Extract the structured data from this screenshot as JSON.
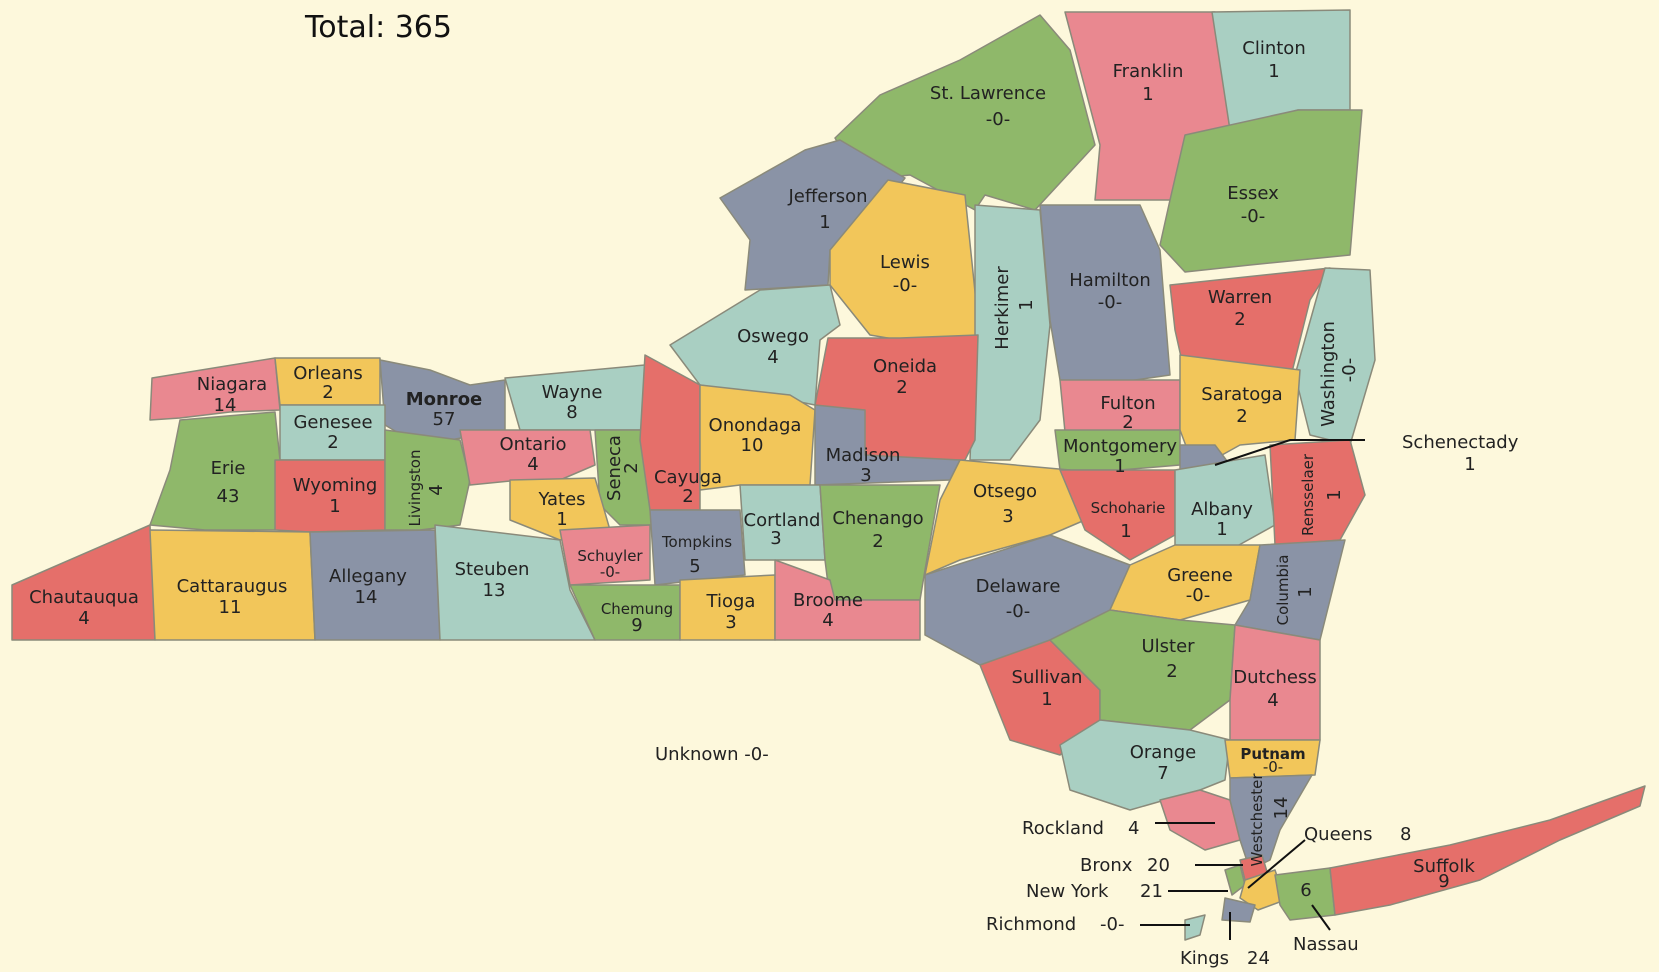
{
  "title": "Total:  365",
  "unknown": "Unknown  -0-",
  "colors": {
    "green": "#8fb86a",
    "pink": "#e98890",
    "teal": "#a9cfc2",
    "slate": "#8a93a6",
    "yellow": "#f2c65a",
    "red": "#e56f6a",
    "water": "#fdf8dc"
  },
  "counties": [
    {
      "name": "Niagara",
      "value": "14"
    },
    {
      "name": "Orleans",
      "value": "2"
    },
    {
      "name": "Monroe",
      "value": "57"
    },
    {
      "name": "Wayne",
      "value": "8"
    },
    {
      "name": "Genesee",
      "value": "2"
    },
    {
      "name": "Erie",
      "value": "43"
    },
    {
      "name": "Wyoming",
      "value": "1"
    },
    {
      "name": "Livingston",
      "value": "4"
    },
    {
      "name": "Ontario",
      "value": "4"
    },
    {
      "name": "Seneca",
      "value": "2"
    },
    {
      "name": "Yates",
      "value": "1"
    },
    {
      "name": "Cayuga",
      "value": "2"
    },
    {
      "name": "Onondaga",
      "value": "10"
    },
    {
      "name": "Oswego",
      "value": "4"
    },
    {
      "name": "Jefferson",
      "value": "1"
    },
    {
      "name": "St. Lawrence",
      "value": "-0-"
    },
    {
      "name": "Franklin",
      "value": "1"
    },
    {
      "name": "Clinton",
      "value": "1"
    },
    {
      "name": "Essex",
      "value": "-0-"
    },
    {
      "name": "Lewis",
      "value": "-0-"
    },
    {
      "name": "Herkimer",
      "value": "1"
    },
    {
      "name": "Hamilton",
      "value": "-0-"
    },
    {
      "name": "Warren",
      "value": "2"
    },
    {
      "name": "Washington",
      "value": "-0-"
    },
    {
      "name": "Oneida",
      "value": "2"
    },
    {
      "name": "Madison",
      "value": "3"
    },
    {
      "name": "Fulton",
      "value": "2"
    },
    {
      "name": "Saratoga",
      "value": "2"
    },
    {
      "name": "Montgomery",
      "value": "1"
    },
    {
      "name": "Schenectady",
      "value": "1"
    },
    {
      "name": "Chautauqua",
      "value": "4"
    },
    {
      "name": "Cattaraugus",
      "value": "11"
    },
    {
      "name": "Allegany",
      "value": "14"
    },
    {
      "name": "Steuben",
      "value": "13"
    },
    {
      "name": "Schuyler",
      "value": "-0-"
    },
    {
      "name": "Tompkins",
      "value": "5"
    },
    {
      "name": "Cortland",
      "value": "3"
    },
    {
      "name": "Chenango",
      "value": "2"
    },
    {
      "name": "Chemung",
      "value": "9"
    },
    {
      "name": "Tioga",
      "value": "3"
    },
    {
      "name": "Broome",
      "value": "4"
    },
    {
      "name": "Otsego",
      "value": "3"
    },
    {
      "name": "Schoharie",
      "value": "1"
    },
    {
      "name": "Albany",
      "value": "1"
    },
    {
      "name": "Rensselaer",
      "value": "1"
    },
    {
      "name": "Delaware",
      "value": "-0-"
    },
    {
      "name": "Greene",
      "value": "-0-"
    },
    {
      "name": "Columbia",
      "value": "1"
    },
    {
      "name": "Sullivan",
      "value": "1"
    },
    {
      "name": "Ulster",
      "value": "2"
    },
    {
      "name": "Dutchess",
      "value": "4"
    },
    {
      "name": "Orange",
      "value": "7"
    },
    {
      "name": "Putnam",
      "value": "-0-"
    },
    {
      "name": "Westchester",
      "value": "14"
    },
    {
      "name": "Suffolk",
      "value": "9"
    },
    {
      "name": "Nassau",
      "value": "6"
    },
    {
      "name": "Queens",
      "value": "8"
    },
    {
      "name": "Rockland",
      "value": "4"
    },
    {
      "name": "Bronx",
      "value": "20"
    },
    {
      "name": "New York",
      "value": "21"
    },
    {
      "name": "Richmond",
      "value": "-0-"
    },
    {
      "name": "Kings",
      "value": "24"
    }
  ]
}
